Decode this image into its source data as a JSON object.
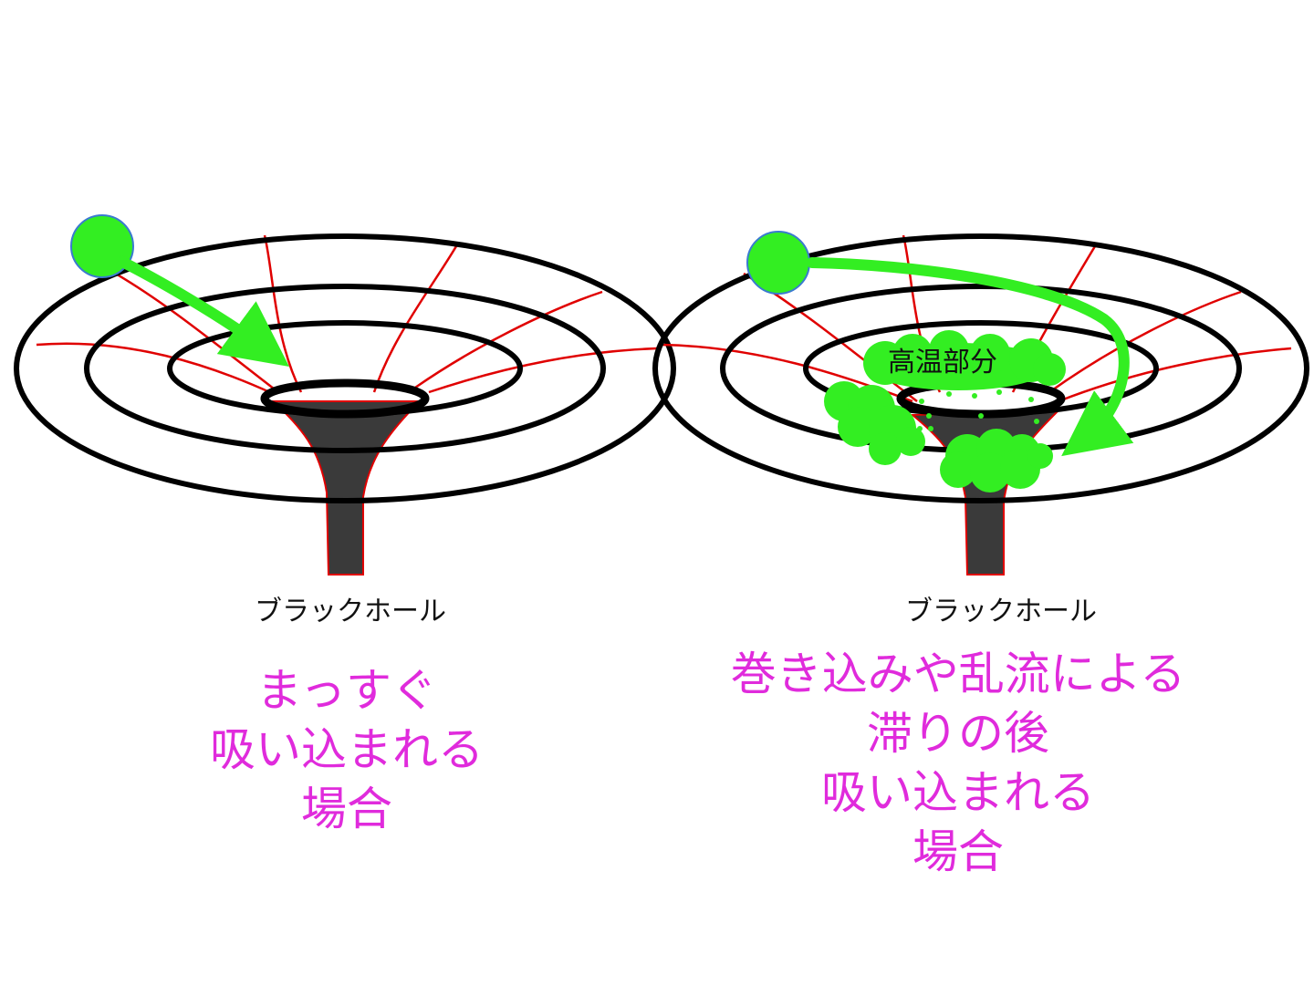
{
  "left_panel": {
    "hole_label": "ブラックホール",
    "caption_lines": [
      "まっすぐ",
      "吸い込まれる",
      "場合"
    ]
  },
  "right_panel": {
    "hole_label": "ブラックホール",
    "hot_region_label": "高温部分",
    "caption_lines": [
      "巻き込みや乱流による",
      "滞りの後",
      "吸い込まれる",
      "場合"
    ]
  },
  "colors": {
    "ring": "#000000",
    "grid_line": "#e00000",
    "funnel": "#3a3a3a",
    "particle": "#33ee22",
    "caption": "#e02bdc"
  }
}
